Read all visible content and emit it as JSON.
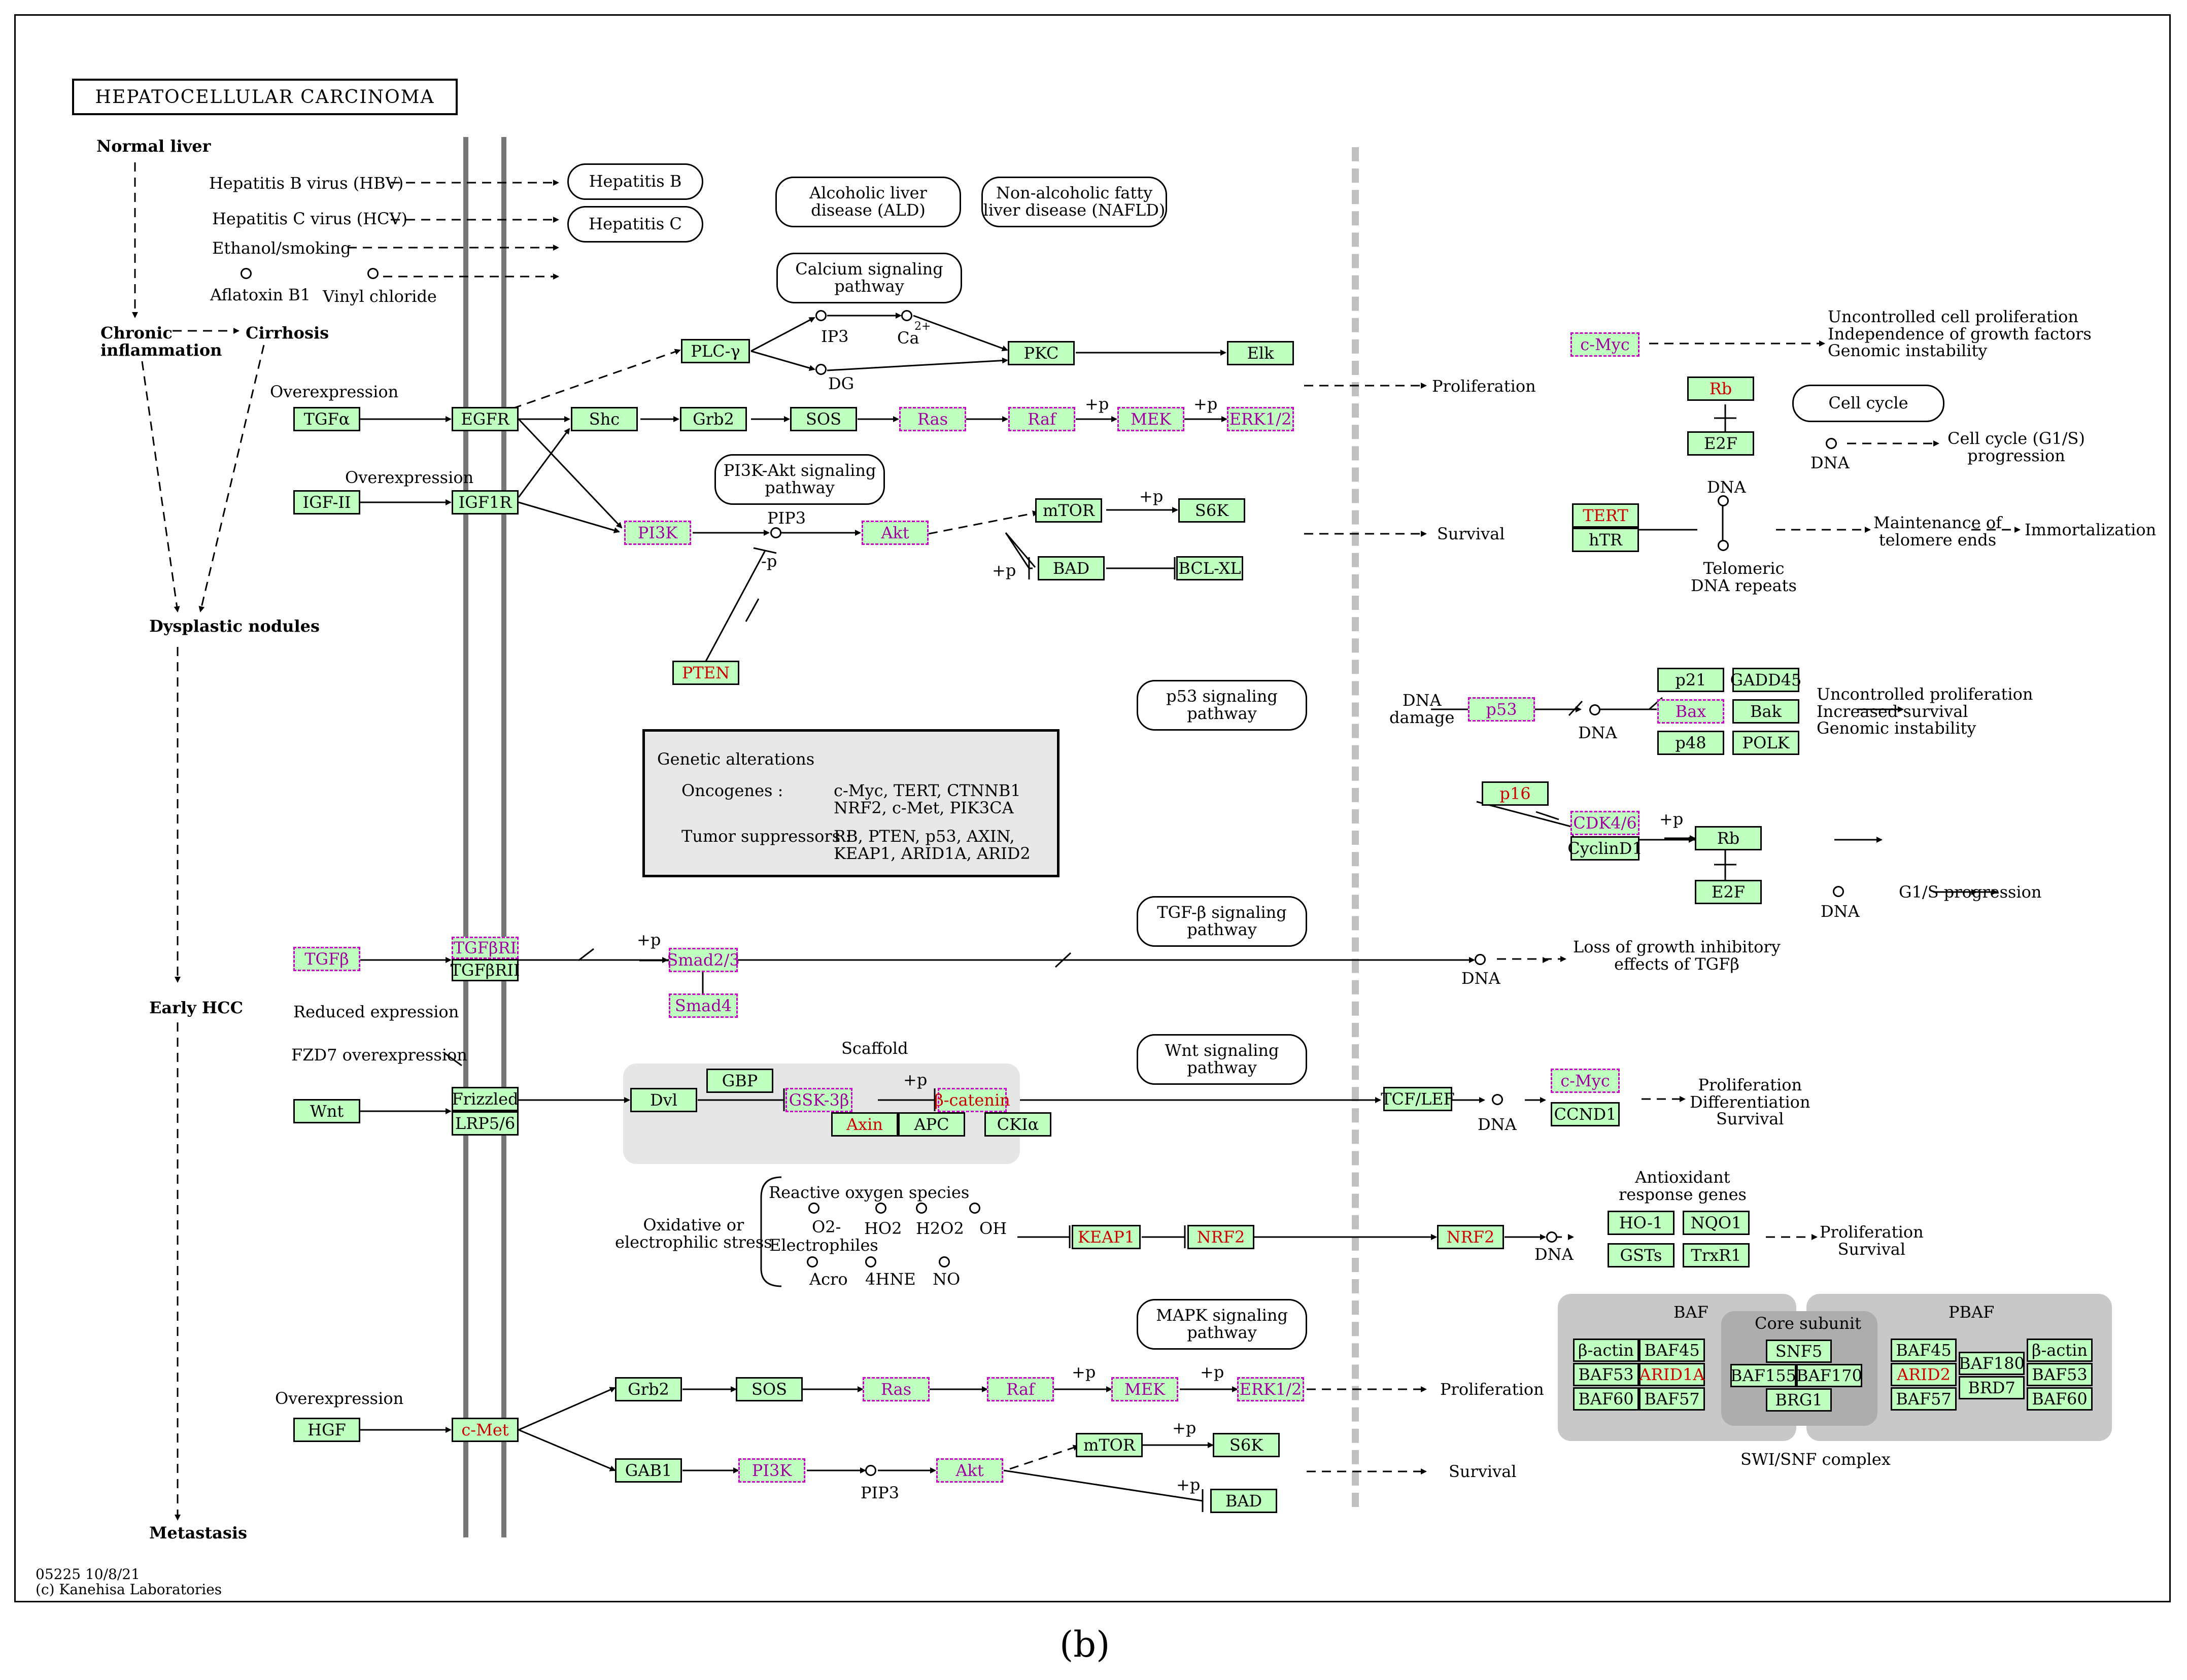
{
  "title": "HEPATOCELLULAR CARCINOMA",
  "footer": {
    "code": "05225 10/8/21",
    "copyright": "(c) Kanehisa Laboratories"
  },
  "caption": "(b)",
  "stages": {
    "normal_liver": "Normal liver",
    "chronic_inflammation": "Chronic\ninflammation",
    "cirrhosis": "Cirrhosis",
    "dysplastic_nodules": "Dysplastic nodules",
    "early_hcc": "Early HCC",
    "metastasis": "Metastasis"
  },
  "causes": {
    "hbv": "Hepatitis B virus (HBV)",
    "hcv": "Hepatitis C virus (HCV)",
    "ethanol": "Ethanol/smoking",
    "aflatoxin": "Aflatoxin B1",
    "vinyl": "Vinyl chloride"
  },
  "pathways": {
    "hep_b": "Hepatitis B",
    "hep_c": "Hepatitis C",
    "ald": "Alcoholic liver\ndisease (ALD)",
    "nafld": "Non-alcoholic fatty\nliver disease (NAFLD)",
    "calcium": "Calcium signaling\npathway",
    "pi3k_akt": "PI3K-Akt signaling\npathway",
    "p53": "p53 signaling\npathway",
    "tgfb": "TGF-β signaling\npathway",
    "wnt": "Wnt signaling\npathway",
    "mapk": "MAPK signaling\npathway",
    "cell_cycle": "Cell cycle"
  },
  "labels": {
    "overexpression1": "Overexpression",
    "overexpression2": "Overexpression",
    "overexpression3": "Overexpression",
    "reduced_expression": "Reduced expression",
    "fzd7_overexpression": "FZD7 overexpression",
    "ip3": "IP3",
    "ca": "Ca",
    "ca_sup": "2+",
    "dg": "DG",
    "pip3_a": "PIP3",
    "pip3_b": "PIP3",
    "minus_p": "-p",
    "plus_p": "+p",
    "proliferation1": "Proliferation",
    "survival1": "Survival",
    "proliferation2": "Proliferation",
    "survival2": "Survival",
    "uncontrolled1": "Uncontrolled cell proliferation\nIndependence of growth factors\nGenomic instability",
    "dna": "DNA",
    "cell_cycle_g1s": "Cell cycle (G1/S)\nprogression",
    "telomeric": "Telomeric\nDNA repeats",
    "maintenance": "Maintenance of\ntelomere ends",
    "immortalization": "Immortalization",
    "dna_damage": "DNA\ndamage",
    "uncontrolled2": "Uncontrolled proliferation\nIncreased survival\nGenomic instability",
    "g1s": "G1/S progression",
    "loss_growth": "Loss of growth inhibitory\neffects of TGFβ",
    "scaffold": "Scaffold",
    "wnt_out": "Proliferation\nDifferentiation\nSurvival",
    "oxidative": "Oxidative or\nelectrophilic stress",
    "ros": "Reactive oxygen species",
    "o2": "O2-",
    "ho2": "HO2",
    "h2o2": "H2O2",
    "oh": "OH",
    "electrophiles": "Electrophiles",
    "acro": "Acro",
    "hne": "4HNE",
    "no": "NO",
    "antioxidant": "Antioxidant\nresponse genes",
    "nrf2_out": "Proliferation\nSurvival",
    "baf": "BAF",
    "core_subunit": "Core subunit",
    "pbaf": "PBAF",
    "swi_snf": "SWI/SNF complex"
  },
  "genetic_alterations": {
    "heading": "Genetic alterations",
    "oncogenes_label": "Oncogenes :",
    "oncogenes": "c-Myc, TERT, CTNNB1\nNRF2, c-Met, PIK3CA",
    "suppressors_label": "Tumor suppressors :",
    "suppressors": "RB, PTEN, p53, AXIN,\nKEAP1, ARID1A, ARID2"
  },
  "genes": {
    "tgfa": "TGFα",
    "egfr": "EGFR",
    "shc": "Shc",
    "grb2": "Grb2",
    "sos": "SOS",
    "ras": "Ras",
    "raf": "Raf",
    "mek": "MEK",
    "erk": "ERK1/2",
    "plcg": "PLC-γ",
    "pkc": "PKC",
    "elk": "Elk",
    "igf2": "IGF-II",
    "igf1r": "IGF1R",
    "pi3k": "PI3K",
    "akt": "Akt",
    "mtor": "mTOR",
    "s6k": "S6K",
    "bad": "BAD",
    "bclxl": "BCL-XL",
    "pten": "PTEN",
    "cmyc": "c-Myc",
    "rb": "Rb",
    "e2f": "E2F",
    "tert": "TERT",
    "htr": "hTR",
    "p53": "p53",
    "p21": "p21",
    "gadd45": "GADD45",
    "bax": "Bax",
    "bak": "Bak",
    "p48": "p48",
    "polk": "POLK",
    "p16": "p16",
    "cdk46": "CDK4/6",
    "cyclind1": "CyclinD1",
    "rb2": "Rb",
    "e2f2": "E2F",
    "tgfb": "TGFβ",
    "tgfbr1": "TGFβRI",
    "tgfbr2": "TGFβRII",
    "smad23": "Smad2/3",
    "smad4": "Smad4",
    "wnt": "Wnt",
    "frizzled": "Frizzled",
    "lrp56": "LRP5/6",
    "dvl": "Dvl",
    "gbp": "GBP",
    "gsk3b": "GSK-3β",
    "bcat": "β-catenin",
    "axin": "Axin",
    "apc": "APC",
    "ck1a": "CKIα",
    "tcflef": "TCF/LEF",
    "cmyc2": "c-Myc",
    "ccnd1": "CCND1",
    "keap1": "KEAP1",
    "nrf2a": "NRF2",
    "nrf2b": "NRF2",
    "ho1": "HO-1",
    "nqo1": "NQO1",
    "gsts": "GSTs",
    "trxr1": "TrxR1",
    "hgf": "HGF",
    "cmet": "c-Met",
    "grb2b": "Grb2",
    "sosb": "SOS",
    "rasb": "Ras",
    "rafb": "Raf",
    "mekb": "MEK",
    "erkb": "ERK1/2",
    "gab1": "GAB1",
    "pi3kb": "PI3K",
    "aktb": "Akt",
    "mtorb": "mTOR",
    "s6kb": "S6K",
    "badb": "BAD",
    "bactin1": "β-actin",
    "baf45a": "BAF45",
    "baf53a": "BAF53",
    "arid1a": "ARID1A",
    "baf60a": "BAF60",
    "baf57a": "BAF57",
    "snf5": "SNF5",
    "baf155": "BAF155",
    "baf170": "BAF170",
    "brg1": "BRG1",
    "baf45b": "BAF45",
    "baf180": "BAF180",
    "bactin2": "β-actin",
    "arid2": "ARID2",
    "baf53b": "BAF53",
    "brd7": "BRD7",
    "baf57b": "BAF57",
    "baf60b": "BAF60"
  }
}
